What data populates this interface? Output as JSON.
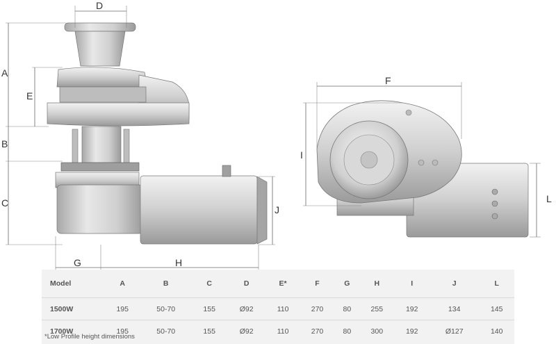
{
  "dimension_letters": {
    "A": "A",
    "B": "B",
    "C": "C",
    "D": "D",
    "E": "E",
    "F": "F",
    "G": "G",
    "H": "H",
    "I": "I",
    "J": "J",
    "L": "L"
  },
  "table": {
    "headers": [
      "Model",
      "A",
      "B",
      "C",
      "D",
      "E*",
      "F",
      "G",
      "H",
      "I",
      "J",
      "L"
    ],
    "rows": [
      [
        "1500W",
        "195",
        "50-70",
        "155",
        "Ø92",
        "110",
        "270",
        "80",
        "255",
        "192",
        "134",
        "145"
      ],
      [
        "1700W",
        "195",
        "50-70",
        "155",
        "Ø92",
        "110",
        "270",
        "80",
        "300",
        "192",
        "Ø127",
        "140"
      ]
    ]
  },
  "footnote": "*Low Profile height dimensions",
  "colors": {
    "body_light": "#e0e0e0",
    "body_mid": "#bdbdbd",
    "body_dark": "#8f8f8f",
    "outline": "#6a6a6a"
  }
}
